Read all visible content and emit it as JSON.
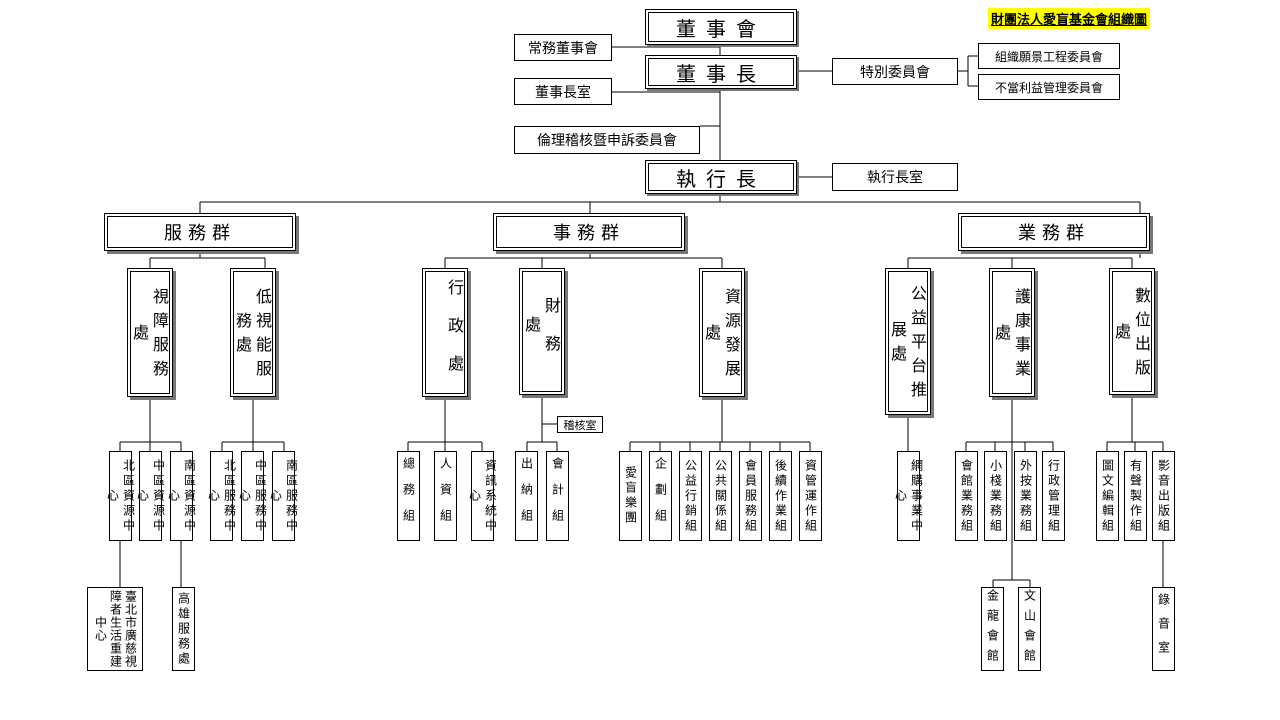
{
  "title": "財團法人愛盲基金會組織圖",
  "board": "董事會",
  "standing_board": "常務董事會",
  "chairman": "董事長",
  "chairman_office": "董事長室",
  "special_committee": "特別委員會",
  "vision_committee": "組織願景工程委員會",
  "conflict_committee": "不當利益管理委員會",
  "ethics_committee": "倫理稽核暨申訴委員會",
  "ceo": "執行長",
  "ceo_office": "執行長室",
  "groups": {
    "service": "服務群",
    "affairs": "事務群",
    "business": "業務群"
  },
  "depts": {
    "visual": "視障服務處",
    "lowvision": "低視能服務處",
    "admin": "行政處",
    "finance": "財務處",
    "resource": "資源發展處",
    "public": "公益平台推展處",
    "care": "護康事業處",
    "digital": "數位出版處"
  },
  "audit_office": "稽核室",
  "units": {
    "north_res": "北區資源中心",
    "central_res": "中區資源中心",
    "south_res": "南區資源中心",
    "north_svc": "北區服務中心",
    "central_svc": "中區服務中心",
    "south_svc": "南區服務中心",
    "general": "總務組",
    "hr": "人資組",
    "it": "資訊系統中心",
    "cashier": "出納組",
    "accounting": "會計組",
    "orchestra": "愛盲樂團",
    "planning": "企劃組",
    "marketing": "公益行銷組",
    "pr": "公共關係組",
    "member": "會員服務組",
    "followup": "後續作業組",
    "asset": "資管運作組",
    "ecommerce": "網購事業中心",
    "hall": "會館業務組",
    "smallbiz": "小棧業務組",
    "outsource": "外按業務組",
    "adminmgmt": "行政管理組",
    "braille": "圖文編輯組",
    "audiobook": "有聲製作組",
    "av": "影音出版組"
  },
  "sub_units": {
    "taipei": "臺北市廣慈視障者生活重建中心",
    "kaohsiung": "高雄服務處",
    "jinlong": "金龍會館",
    "wenshan": "文山會館",
    "studio": "錄音室"
  }
}
